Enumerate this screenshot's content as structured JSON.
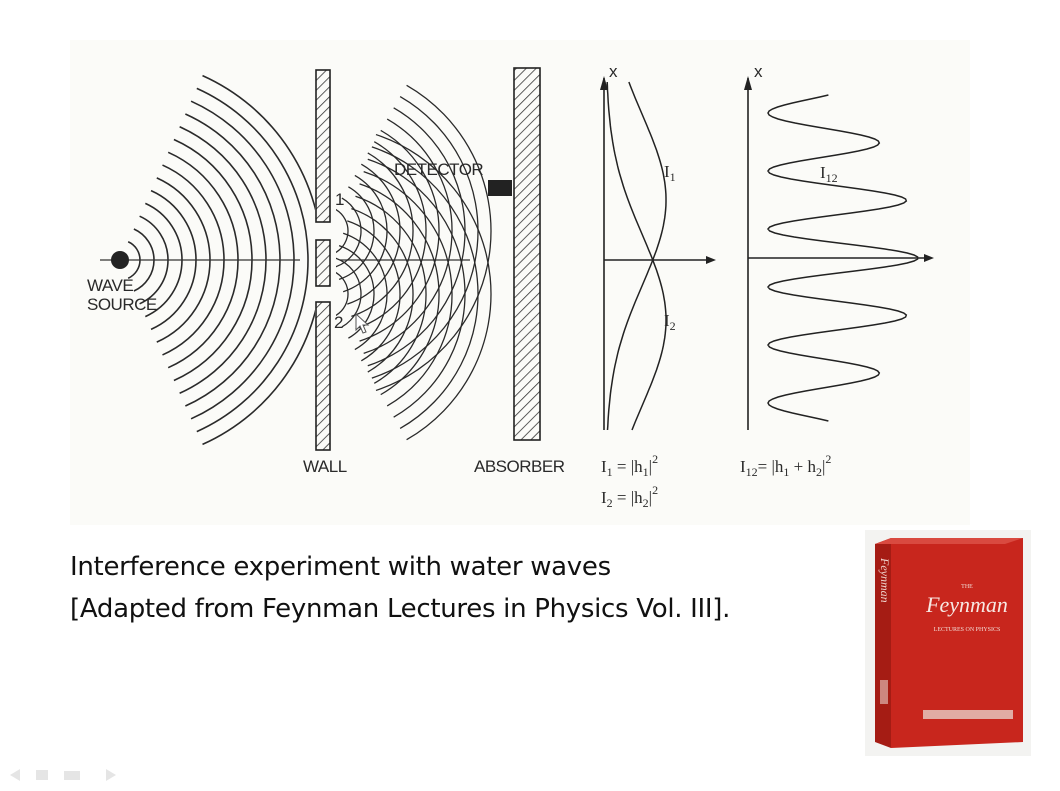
{
  "diagram": {
    "wave_source_line1": "WAVE",
    "wave_source_line2": "SOURCE",
    "slit_1": "1",
    "slit_2": "2",
    "detector": "DETECTOR",
    "wall": "WALL",
    "absorber": "ABSORBER",
    "axis_x": "x",
    "i1_letter": "I",
    "i1_sub": "1",
    "i2_letter": "I",
    "i2_sub": "2",
    "i12_letter": "I",
    "i12_sub": "12",
    "formula_i1_lhs": "I",
    "formula_i1_lhs_sub": "1",
    "formula_i1_rhs": " = |h",
    "formula_i1_rhs_sub": "1",
    "formula_i1_end": "|",
    "formula_i1_pow": "2",
    "formula_i2_lhs": "I",
    "formula_i2_lhs_sub": "2",
    "formula_i2_rhs": " = |h",
    "formula_i2_rhs_sub": "2",
    "formula_i2_end": "|",
    "formula_i2_pow": "2",
    "formula_i12_lhs": "I",
    "formula_i12_lhs_sub": "12",
    "formula_i12_rhs": "= |h",
    "formula_i12_rhs_sub1": "1",
    "formula_i12_plus": " + h",
    "formula_i12_rhs_sub2": "2",
    "formula_i12_end": "|",
    "formula_i12_pow": "2"
  },
  "caption": {
    "line1": "Interference experiment with water waves",
    "line2": "[Adapted from Feynman Lectures in Physics Vol. III]."
  },
  "book": {
    "small_top": "THE",
    "title": "Feynman",
    "subtitle": "LECTURES ON PHYSICS",
    "spine": "Feynman",
    "colors": {
      "cover": "#c8261d",
      "spine": "#a51c14",
      "top": "#d94a40"
    }
  }
}
